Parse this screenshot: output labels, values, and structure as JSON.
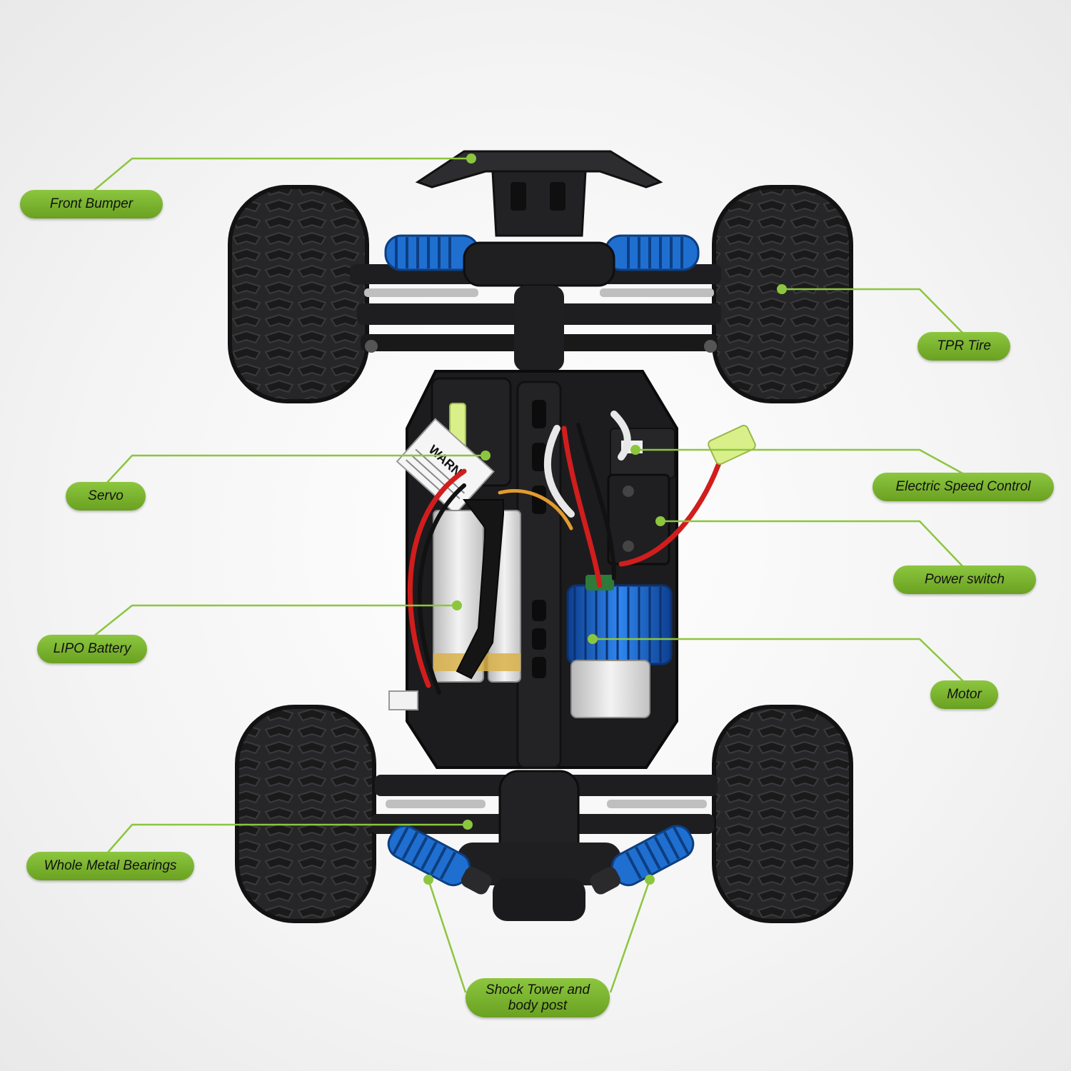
{
  "colors": {
    "label_green": "#7ab530",
    "leader_line": "#8cc63f",
    "chassis": "#1c1c1e",
    "tire": "#232325",
    "shock_blue": "#1f6fd1",
    "motor_blue": "#1b63c9",
    "battery_silver": "#d9d9d9",
    "wire_red": "#d21d1d",
    "connector_yellow": "#d9f08a"
  },
  "labels": {
    "front_bumper": "Front Bumper",
    "tpr_tire": "TPR Tire",
    "servo": "Servo",
    "electric_speed_control": "Electric Speed Control",
    "power_switch": "Power switch",
    "lipo_battery": "LIPO Battery",
    "motor": "Motor",
    "whole_metal_bearings": "Whole Metal Bearings",
    "shock_tower_line1": "Shock Tower and",
    "shock_tower_line2": "body post"
  },
  "battery_sticker": {
    "warning": "WARN"
  }
}
